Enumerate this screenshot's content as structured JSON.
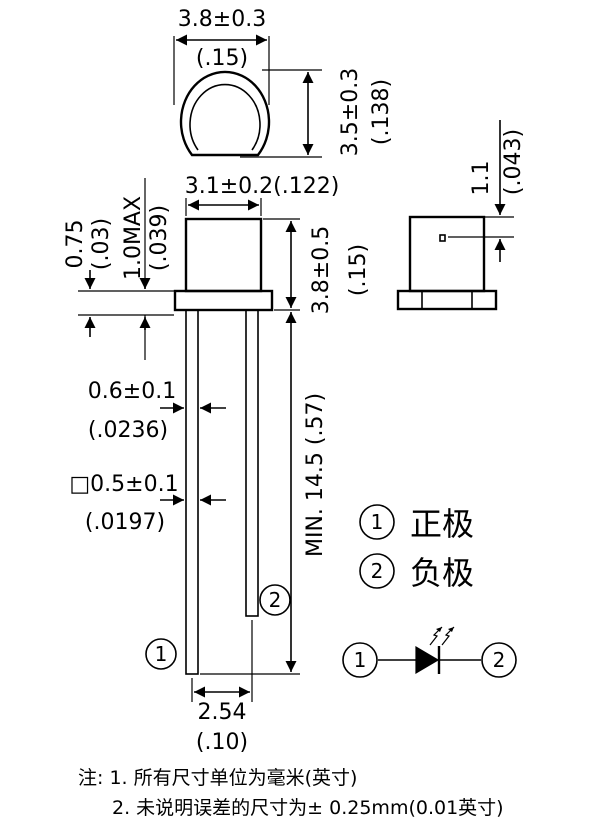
{
  "dimensions": {
    "top_width": "3.8±0.3",
    "top_width_in": "(.15)",
    "top_height": "3.5±0.3",
    "top_height_in": "(.138)",
    "body_width": "3.1±0.2(.122)",
    "flange": "0.75",
    "flange_in": "(.03)",
    "flange_max": "1.0MAX",
    "flange_max_in": "(.039)",
    "body_height": "3.8±0.5",
    "body_height_in": "(.15)",
    "side_height": "1.1",
    "side_height_in": "(.043)",
    "lead_dia": "0.6±0.1",
    "lead_dia_in": "(.0236)",
    "lead_sq": "□0.5±0.1",
    "lead_sq_in": "(.0197)",
    "lead_length": "MIN. 14.5 (.57)",
    "pitch": "2.54",
    "pitch_in": "(.10)"
  },
  "pins": {
    "p1": "1",
    "p2": "2"
  },
  "legend": {
    "l1_num": "1",
    "l1_text": "正极",
    "l2_num": "2",
    "l2_text": "负极"
  },
  "symbol": {
    "left_num": "1",
    "right_num": "2"
  },
  "notes": {
    "line1": "注: 1. 所有尺寸单位为毫米(英寸)",
    "line2": "2. 未说明误差的尺寸为± 0.25mm(0.01英寸)"
  }
}
